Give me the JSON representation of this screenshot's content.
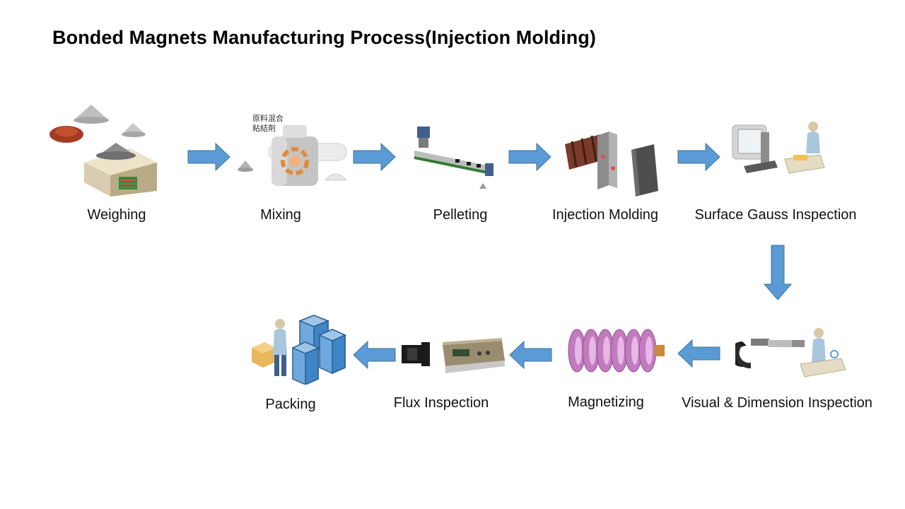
{
  "title": "Bonded Magnets Manufacturing Process(Injection Molding)",
  "colors": {
    "arrow": "#5b9bd5",
    "arrow_stroke": "#41719c"
  },
  "steps": [
    {
      "label": "Weighing",
      "icon": "weighing-scale-icon"
    },
    {
      "label": "Mixing",
      "icon": "mixer-icon"
    },
    {
      "label": "Pelleting",
      "icon": "pelletizer-icon"
    },
    {
      "label": "Injection Molding",
      "icon": "injection-mold-icon"
    },
    {
      "label": "Surface Gauss Inspection",
      "icon": "computer-inspection-icon"
    },
    {
      "label": "Visual & Dimension Inspection",
      "icon": "micrometer-icon"
    },
    {
      "label": "Magnetizing",
      "icon": "magnetizing-coil-icon"
    },
    {
      "label": "Flux Inspection",
      "icon": "fluxmeter-icon"
    },
    {
      "label": "Packing",
      "icon": "packing-boxes-icon"
    }
  ],
  "mixer_text": {
    "line1": "原料混合",
    "line2": "粘結剤"
  }
}
